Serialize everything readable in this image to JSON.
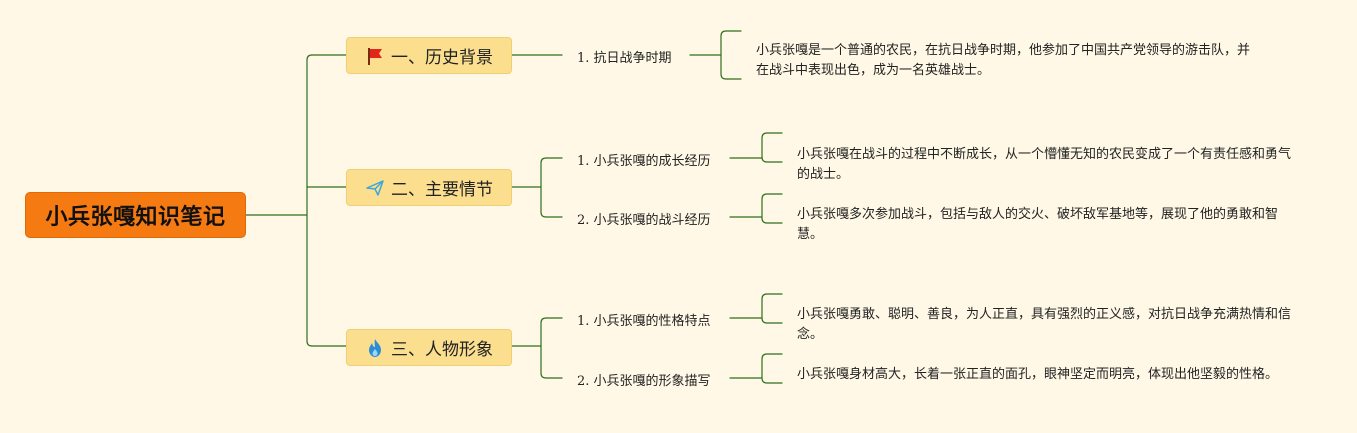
{
  "root": {
    "title": "小兵张嘎知识笔记"
  },
  "colors": {
    "background": "#fff8e6",
    "root": "#f57a12",
    "branch": "#fbdf8e",
    "line": "#2f6e1e"
  },
  "branches": [
    {
      "title": "一、历史背景",
      "icon": "red-flag-icon",
      "items": [
        {
          "title": "1. 抗日战争时期",
          "desc": "小兵张嘎是一个普通的农民，在抗日战争时期，他参加了中国共产党领导的游击队，并在战斗中表现出色，成为一名英雄战士。"
        }
      ]
    },
    {
      "title": "二、主要情节",
      "icon": "paper-plane-icon",
      "items": [
        {
          "title": "1. 小兵张嘎的成长经历",
          "desc": "小兵张嘎在战斗的过程中不断成长，从一个懵懂无知的农民变成了一个有责任感和勇气的战士。"
        },
        {
          "title": "2. 小兵张嘎的战斗经历",
          "desc": "小兵张嘎多次参加战斗，包括与敌人的交火、破坏敌军基地等，展现了他的勇敢和智慧。"
        }
      ]
    },
    {
      "title": "三、人物形象",
      "icon": "fire-icon",
      "items": [
        {
          "title": "1. 小兵张嘎的性格特点",
          "desc": "小兵张嘎勇敢、聪明、善良，为人正直，具有强烈的正义感，对抗日战争充满热情和信念。"
        },
        {
          "title": "2. 小兵张嘎的形象描写",
          "desc": "小兵张嘎身材高大，长着一张正直的面孔，眼神坚定而明亮，体现出他坚毅的性格。"
        }
      ]
    }
  ]
}
